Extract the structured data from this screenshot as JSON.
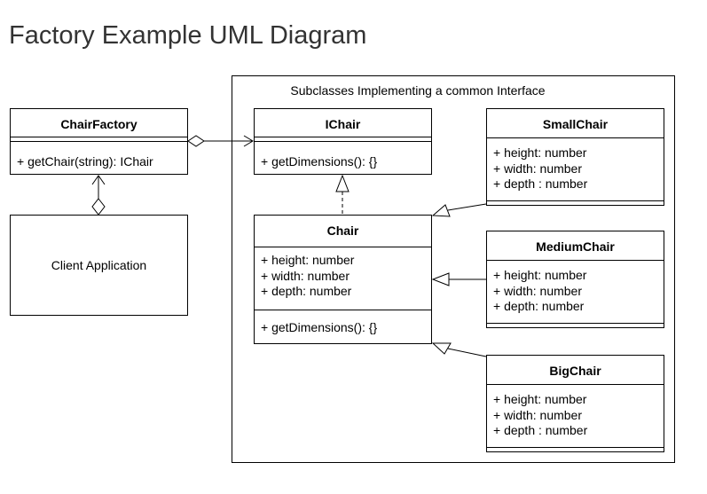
{
  "title": "Factory Example UML Diagram",
  "group_label": "Subclasses Implementing a common Interface",
  "client": {
    "label": "Client Application"
  },
  "chair_factory": {
    "name": "ChairFactory",
    "methods": [
      "+ getChair(string): IChair"
    ]
  },
  "ichair": {
    "name": "IChair",
    "methods": [
      "+ getDimensions(): {}"
    ]
  },
  "chair": {
    "name": "Chair",
    "attributes": [
      "+ height: number",
      "+ width: number",
      "+ depth: number"
    ],
    "methods": [
      "+ getDimensions(): {}"
    ]
  },
  "small_chair": {
    "name": "SmallChair",
    "attributes": [
      "+ height: number",
      "+ width: number",
      "+ depth : number"
    ]
  },
  "medium_chair": {
    "name": "MediumChair",
    "attributes": [
      "+ height: number",
      "+ width: number",
      "+ depth: number"
    ]
  },
  "big_chair": {
    "name": "BigChair",
    "attributes": [
      "+ height: number",
      "+ width: number",
      "+ depth : number"
    ]
  }
}
